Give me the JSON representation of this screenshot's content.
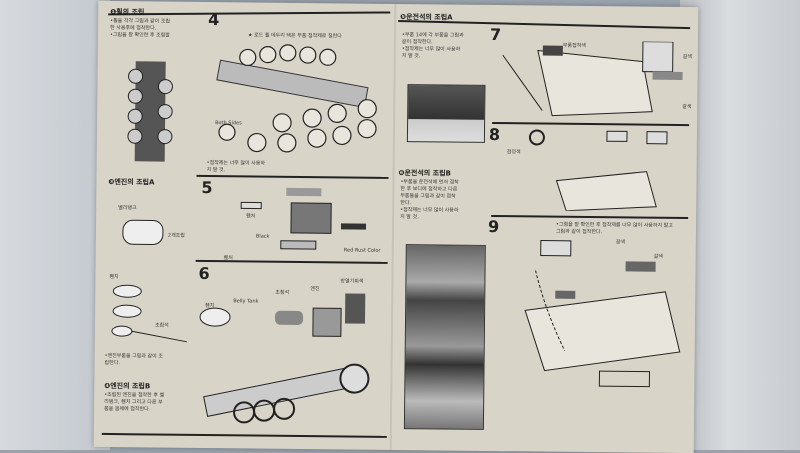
{
  "left_page": {
    "section_a": {
      "title": "❶휠의 조립",
      "note": "•휠을 각각 그림과 같이 조립\n 한 사용후에 접착한다.\n•그림을 잘 확인한 후 조립할"
    },
    "step4": {
      "number": "4",
      "note_top": "★ 로드 휠 데두리 택은 부품·접착제로 칠한다",
      "label_both": "Both Sides",
      "note_bottom": "•접착제는 너무 많이 사용하\n 지 말 것."
    },
    "section_b": {
      "title": "❸엔진의 조립A",
      "labels": [
        "벨리탱크",
        "2개조립",
        "휀치",
        "휘일",
        "초침석"
      ],
      "note": "•엔진부품을 그림과 같이 조\n 립한다."
    },
    "step5": {
      "number": "5",
      "labels": [
        "Black",
        "Red Rust Color",
        "휀처",
        "휀처"
      ]
    },
    "step6": {
      "number": "6",
      "labels": [
        "Belly Tank",
        "휀치",
        "초침석",
        "엔진",
        "방열기회색"
      ]
    },
    "section_c": {
      "title": "❹엔진의 조립B",
      "note": "•조립된 엔진을 접착한 후 벨\n 리탱크, 휀치 그리고 다른 부\n 품을 몸체에 접착한다."
    }
  },
  "right_page": {
    "section_d": {
      "title": "❺운전석의 조립A",
      "note": "•부품 14에 각 부품을 그림과\n 같이 접착한다.\n•접착제는 너무 많이 사용하\n 지 말 것."
    },
    "step7": {
      "number": "7",
      "labels": [
        "부품접착색",
        "갈색",
        "갈색"
      ]
    },
    "step8": {
      "number": "8",
      "labels": [
        "검정색"
      ]
    },
    "section_e": {
      "title": "❻운전석의 조립B",
      "note": "•부품을 운전석에 먼저 접착\n 한 후 보디에 접착하고 다른\n 부품들을 그림과 같이 접착\n 한다.\n•접착제는 너무 많이 사용하\n 지 말 것."
    },
    "step9": {
      "number": "9",
      "note": "•그림을 잘 확인한 후 접착제를 너무 많이 사용하지 말고\n 그림과 같이 접착한다.",
      "labels": [
        "갈색",
        "갈색"
      ]
    }
  }
}
